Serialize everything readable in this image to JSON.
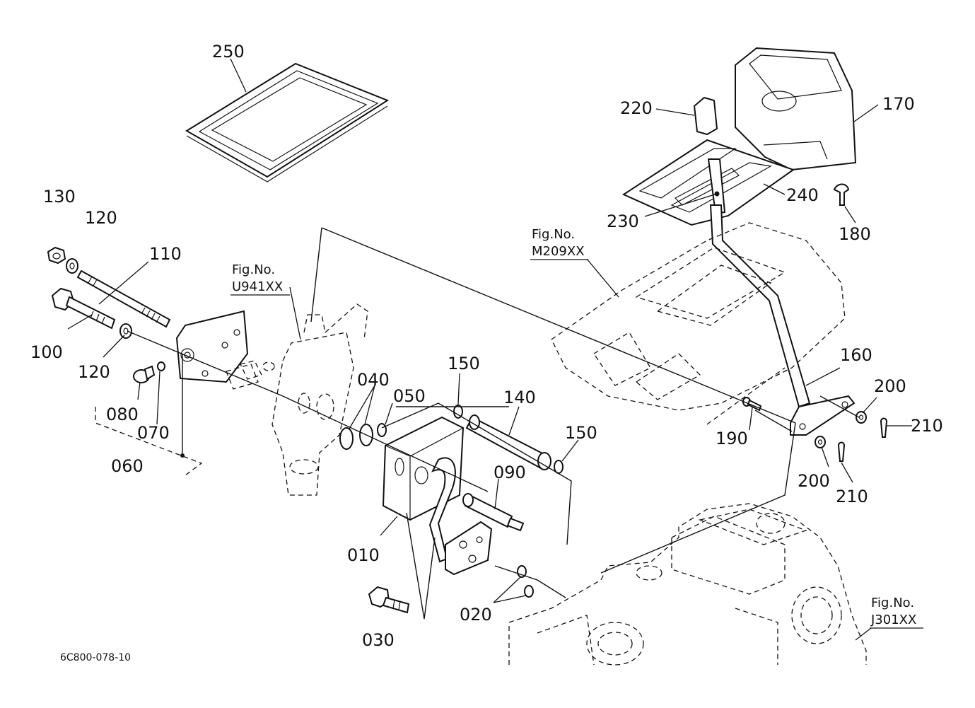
{
  "labels": {
    "l250": "250",
    "l220": "220",
    "l170": "170",
    "l240": "240",
    "l230": "230",
    "l180": "180",
    "l130": "130",
    "l120a": "120",
    "l110": "110",
    "l100": "100",
    "l120b": "120",
    "l080": "080",
    "l070": "070",
    "l060": "060",
    "l040": "040",
    "l050": "050",
    "l150a": "150",
    "l140": "140",
    "l150b": "150",
    "l090": "090",
    "l010": "010",
    "l020": "020",
    "l030": "030",
    "l160": "160",
    "l190": "190",
    "l200a": "200",
    "l210a": "210",
    "l200b": "200",
    "l210b": "210"
  },
  "figure_refs": {
    "u941": {
      "line1": "Fig.No.",
      "line2": "U941XX"
    },
    "m209": {
      "line1": "Fig.No.",
      "line2": "M209XX"
    },
    "j301": {
      "line1": "Fig.No.",
      "line2": "J301XX"
    }
  },
  "drawing_code": "6C800-078-10"
}
